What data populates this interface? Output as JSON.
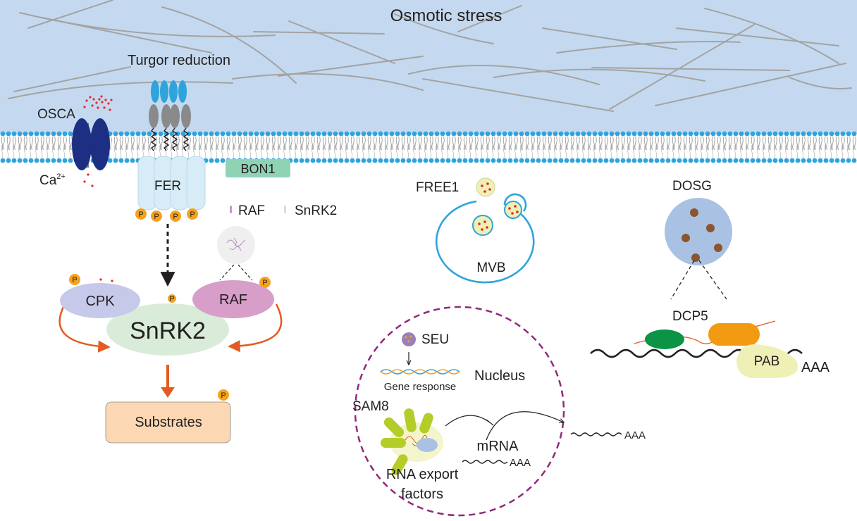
{
  "diagram": {
    "extracellular_label": "Osmotic stress",
    "turgor_label": "Turgor reduction",
    "osca_label": "OSCA",
    "calcium_base": "Ca",
    "calcium_charge": "2+",
    "fer_label": "FER",
    "bon1_label": "BON1",
    "phospho_label": "P",
    "legend_raf": "RAF",
    "legend_snrk2": "SnRK2",
    "cpk_label": "CPK",
    "raf_label": "RAF",
    "snrk2_label": "SnRK2",
    "substrates_label": "Substrates",
    "free1_label": "FREE1",
    "mvb_label": "MVB",
    "dosg_label": "DOSG",
    "dcp5_label": "DCP5",
    "pab_label": "PAB",
    "polya_label": "AAA",
    "seu_label": "SEU",
    "gene_response_label": "Gene response",
    "nucleus_label": "Nucleus",
    "sam8_label": "SAM8",
    "mrna_label": "mRNA",
    "rna_export_line1": "RNA export",
    "rna_export_line2": "factors",
    "colors": {
      "extracellular": "#c4d9ef",
      "membrane_head": "#2fa4dc",
      "osca": "#1c2f83",
      "calcium": "#e02a26",
      "phospho": "#f5a21c",
      "cpk": "#c7c9ea",
      "raf": "#d69ec8",
      "snrk2": "#d9ecd9",
      "substrates": "#fbd8b3",
      "arrow": "#e25c21",
      "bon1": "#8fd3b5",
      "nucleus_border": "#8e2a7c",
      "dosg": "#a9c2e3",
      "dcp5_green": "#0b9446",
      "dcp5_orange": "#f29a12",
      "pab": "#eef0b5"
    }
  }
}
